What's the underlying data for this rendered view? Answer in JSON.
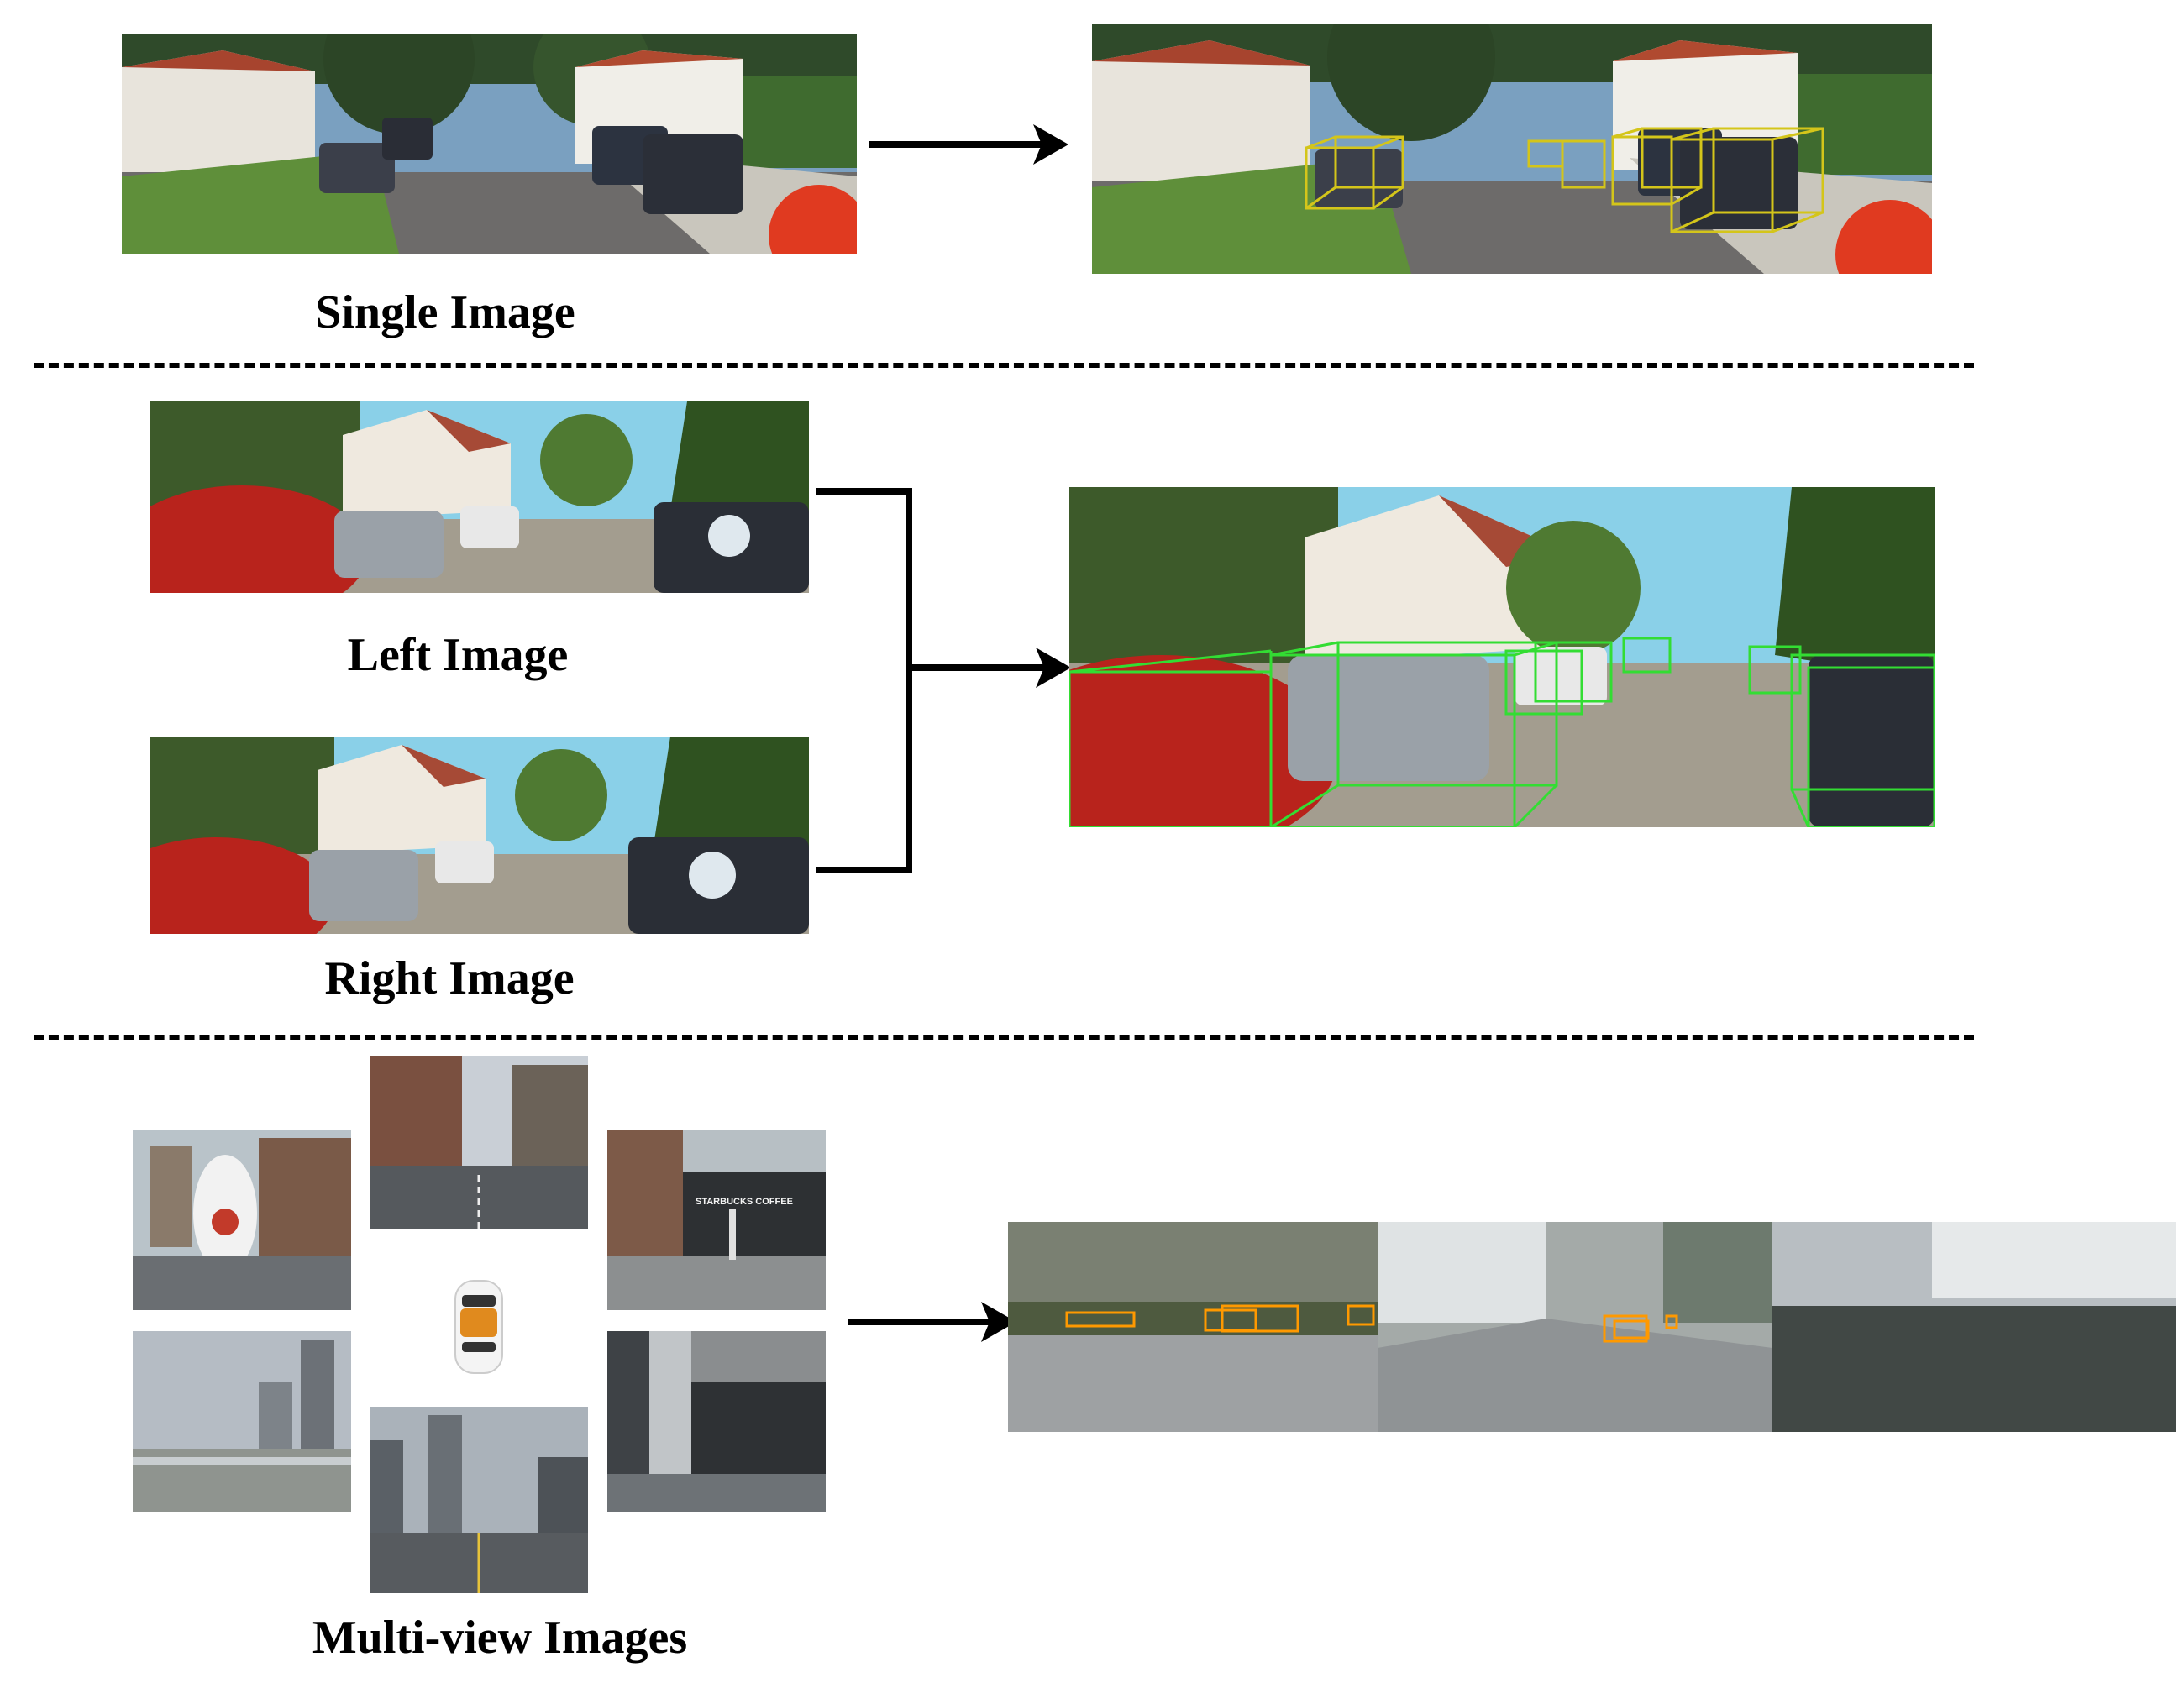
{
  "sections": {
    "single": {
      "caption": "Single Image"
    },
    "stereo": {
      "left_caption": "Left Image",
      "right_caption": "Right Image"
    },
    "multiview": {
      "caption": "Multi-view Images",
      "storefront_sign": "STARBUCKS COFFEE"
    }
  },
  "colors": {
    "mono_box": "#d4c51a",
    "stereo_box": "#33dd33",
    "multiview_box": "#ff9900",
    "arrow": "#000000"
  },
  "icons": {
    "ego_vehicle": "top-down white car",
    "arrow": "right arrow"
  }
}
